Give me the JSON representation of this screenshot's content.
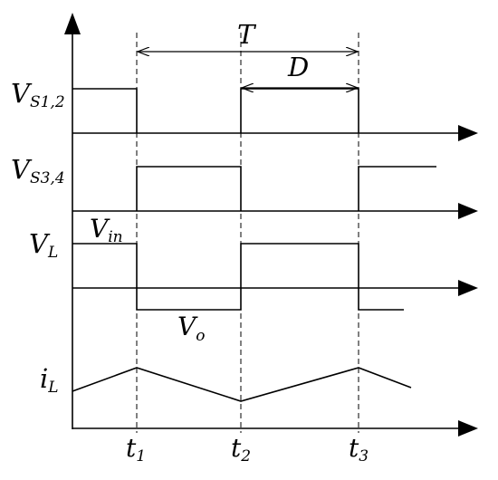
{
  "signals": {
    "vs12": {
      "main": "V",
      "sub": "S1,2"
    },
    "vs34": {
      "main": "V",
      "sub": "S3,4"
    },
    "vl": {
      "main": "V",
      "sub": "L"
    },
    "il": {
      "main": "i",
      "sub": "L"
    }
  },
  "annotations": {
    "vin": {
      "main": "V",
      "sub": "in"
    },
    "vo": {
      "main": "V",
      "sub": "o"
    },
    "period": "T",
    "duty": "D"
  },
  "time_marks": [
    {
      "main": "t",
      "sub": "1"
    },
    {
      "main": "t",
      "sub": "2"
    },
    {
      "main": "t",
      "sub": "3"
    }
  ]
}
